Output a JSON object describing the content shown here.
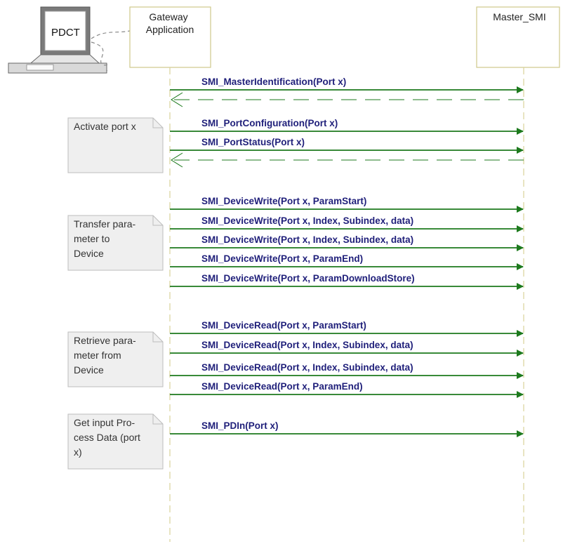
{
  "device": {
    "label": "PDCT",
    "icon": "laptop-icon"
  },
  "lifelines": {
    "gateway": "Gateway\nApplication",
    "master": "Master_SMI"
  },
  "colors": {
    "message": "#1d7a1d",
    "label": "#1f1f7a",
    "lifeline": "#d8d39a",
    "note_fill": "#efefef"
  },
  "messages": [
    {
      "label": "SMI_MasterIdentification(Port x)",
      "reply": true
    },
    {
      "label": "SMI_PortConfiguration(Port x)",
      "reply": false
    },
    {
      "label": "SMI_PortStatus(Port x)",
      "reply": true
    },
    {
      "label": "SMI_DeviceWrite(Port x, ParamStart)",
      "reply": false
    },
    {
      "label": "SMI_DeviceWrite(Port x, Index, Subindex, data)",
      "reply": false
    },
    {
      "label": "SMI_DeviceWrite(Port x, Index, Subindex, data)",
      "reply": false
    },
    {
      "label": "SMI_DeviceWrite(Port x, ParamEnd)",
      "reply": false
    },
    {
      "label": "SMI_DeviceWrite(Port x, ParamDownloadStore)",
      "reply": false
    },
    {
      "label": "SMI_DeviceRead(Port x, ParamStart)",
      "reply": false
    },
    {
      "label": "SMI_DeviceRead(Port x, Index, Subindex, data)",
      "reply": false
    },
    {
      "label": "SMI_DeviceRead(Port x, Index, Subindex, data)",
      "reply": false
    },
    {
      "label": "SMI_DeviceRead(Port x, ParamEnd)",
      "reply": false
    },
    {
      "label": "SMI_PDIn(Port x)",
      "reply": false
    }
  ],
  "notes": [
    {
      "text": "Activate port x"
    },
    {
      "text": "Transfer para-\nmeter to\nDevice"
    },
    {
      "text": "Retrieve para-\nmeter from\nDevice"
    },
    {
      "text": "Get input Pro-\ncess Data (port\nx)"
    }
  ]
}
